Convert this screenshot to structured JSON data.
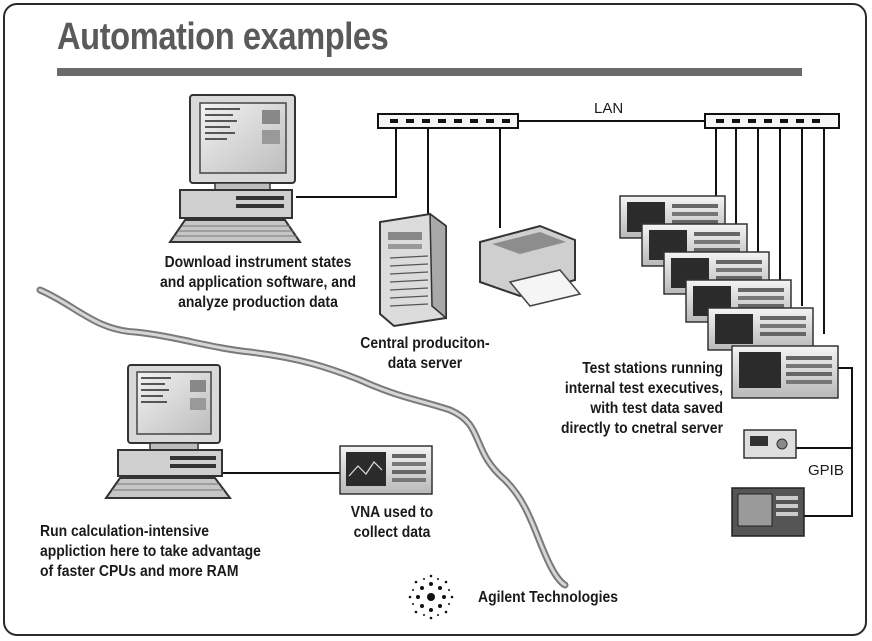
{
  "slide": {
    "title": "Automation examples",
    "lan_label": "LAN",
    "gpib_label": "GPIB",
    "captions": {
      "workstation_top": [
        "Download instrument states",
        "and application software, and",
        "analyze production data"
      ],
      "server": [
        "Central produciton-",
        "data server"
      ],
      "test_stations": [
        "Test stations running",
        "internal test executives,",
        "with test data saved",
        "directly to cnetral server"
      ],
      "vna": [
        "VNA used to",
        "collect data"
      ],
      "workstation_bottom": [
        "Run calculation-intensive",
        "appliction here to take advantage",
        "of faster CPUs and more RAM"
      ]
    },
    "footer": {
      "brand": "Agilent Technologies"
    }
  }
}
